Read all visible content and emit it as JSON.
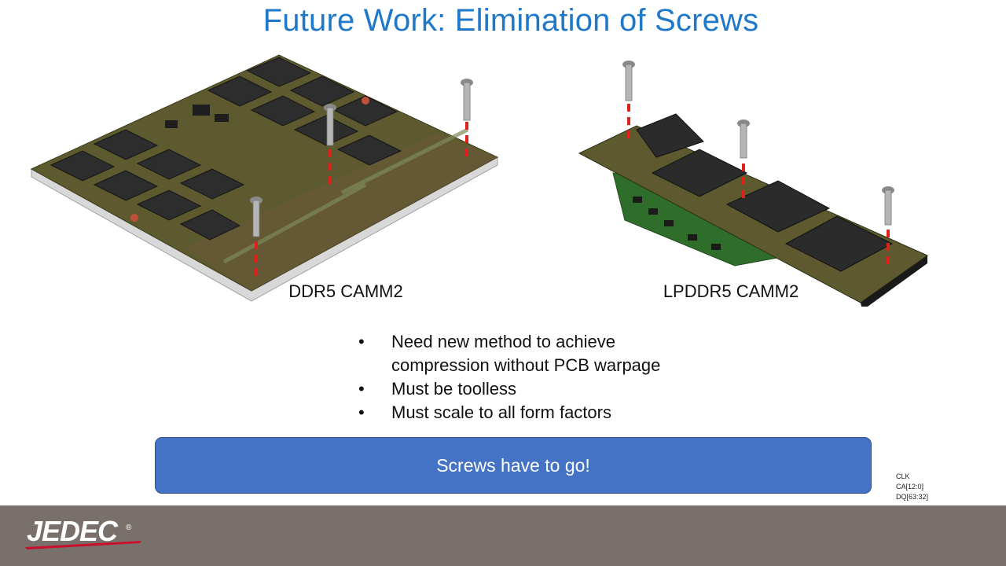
{
  "slide": {
    "title": "Future Work: Elimination of Screws",
    "modules": [
      {
        "caption": "DDR5 CAMM2"
      },
      {
        "caption": "LPDDR5 CAMM2"
      }
    ],
    "bullets": [
      "Need new method to achieve compression without PCB warpage",
      "Must be toolless",
      "Must scale to all form factors"
    ],
    "bullet_glyph": "•",
    "banner_text": "Screws have to go!",
    "signal_labels": [
      "CLK",
      "CA[12:0]",
      "DQ[63:32]"
    ]
  },
  "footer": {
    "logo_text": "JEDEC",
    "logo_mark": "®"
  },
  "colors": {
    "title": "#1f78c8",
    "banner": "#4472c4",
    "footer": "#79706b",
    "screw_marker": "#e0201b",
    "pcb": "#5c5a2e"
  }
}
